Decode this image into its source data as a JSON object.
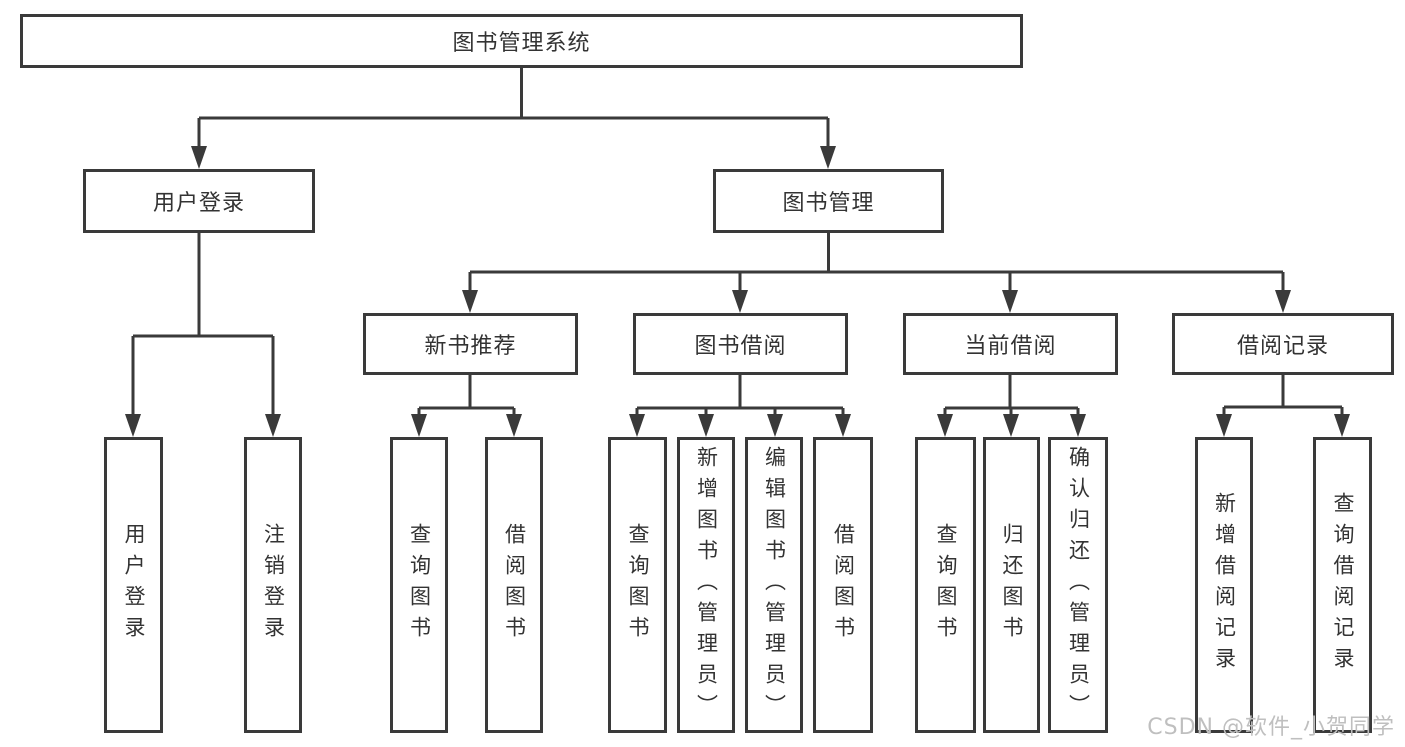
{
  "tree": {
    "label": "图书管理系统",
    "children": [
      {
        "label": "用户登录",
        "children": [
          {
            "label": "用户登录"
          },
          {
            "label": "注销登录"
          }
        ]
      },
      {
        "label": "图书管理",
        "children": [
          {
            "label": "新书推荐",
            "children": [
              {
                "label": "查询图书"
              },
              {
                "label": "借阅图书"
              }
            ]
          },
          {
            "label": "图书借阅",
            "children": [
              {
                "label": "查询图书"
              },
              {
                "label": "新增图书（管理员）"
              },
              {
                "label": "编辑图书（管理员）"
              },
              {
                "label": "借阅图书"
              }
            ]
          },
          {
            "label": "当前借阅",
            "children": [
              {
                "label": "查询图书"
              },
              {
                "label": "归还图书"
              },
              {
                "label": "确认归还（管理员）"
              }
            ]
          },
          {
            "label": "借阅记录",
            "children": [
              {
                "label": "新增借阅记录"
              },
              {
                "label": "查询借阅记录"
              }
            ]
          }
        ]
      }
    ]
  },
  "watermark": "CSDN @软件_小贺同学",
  "colors": {
    "line": "#3a3a3a",
    "text": "#333333",
    "watermark": "#bfbfbf"
  }
}
